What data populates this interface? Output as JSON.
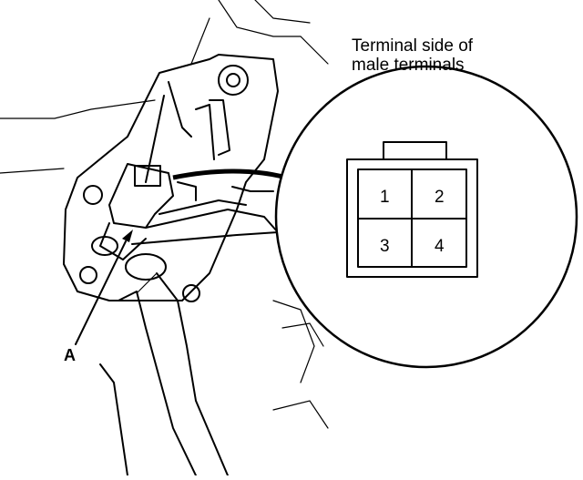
{
  "caption": {
    "line1": "Terminal side of",
    "line2": "male terminals"
  },
  "callout_label": "A",
  "connector_pins": [
    "1",
    "2",
    "3",
    "4"
  ]
}
